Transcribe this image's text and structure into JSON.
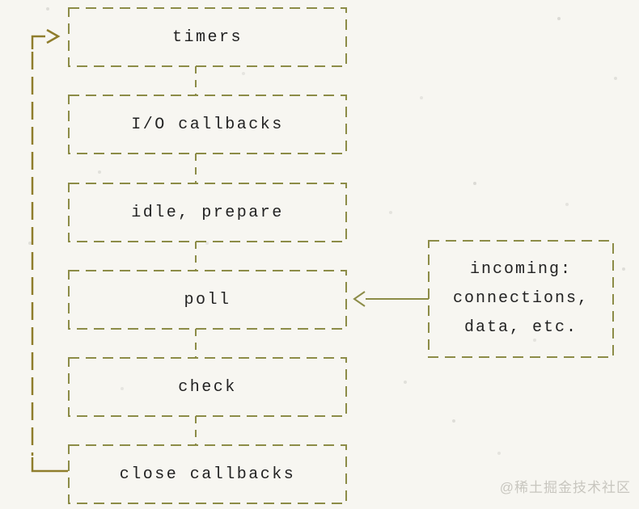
{
  "diagram": {
    "phases": [
      {
        "id": "timers",
        "label": "timers"
      },
      {
        "id": "io-callbacks",
        "label": "I/O callbacks"
      },
      {
        "id": "idle-prepare",
        "label": "idle, prepare"
      },
      {
        "id": "poll",
        "label": "poll"
      },
      {
        "id": "check",
        "label": "check"
      },
      {
        "id": "close-callbacks",
        "label": "close callbacks"
      }
    ],
    "side_box": {
      "id": "incoming",
      "lines": [
        "incoming:",
        "connections,",
        "data, etc."
      ],
      "points_to": "poll"
    },
    "edges": [
      "timers -> I/O callbacks",
      "I/O callbacks -> idle, prepare",
      "idle, prepare -> poll",
      "poll -> check",
      "check -> close callbacks",
      "close callbacks -> timers (loop back)",
      "incoming: connections, data, etc. -> poll"
    ],
    "colors": {
      "background": "#f7f6f1",
      "box_border": "#8c8c47",
      "loop_line": "#8f7d2c",
      "text": "#222222",
      "watermark": "#c8c6bf"
    }
  },
  "watermark": {
    "text": "@稀土掘金技术社区"
  }
}
